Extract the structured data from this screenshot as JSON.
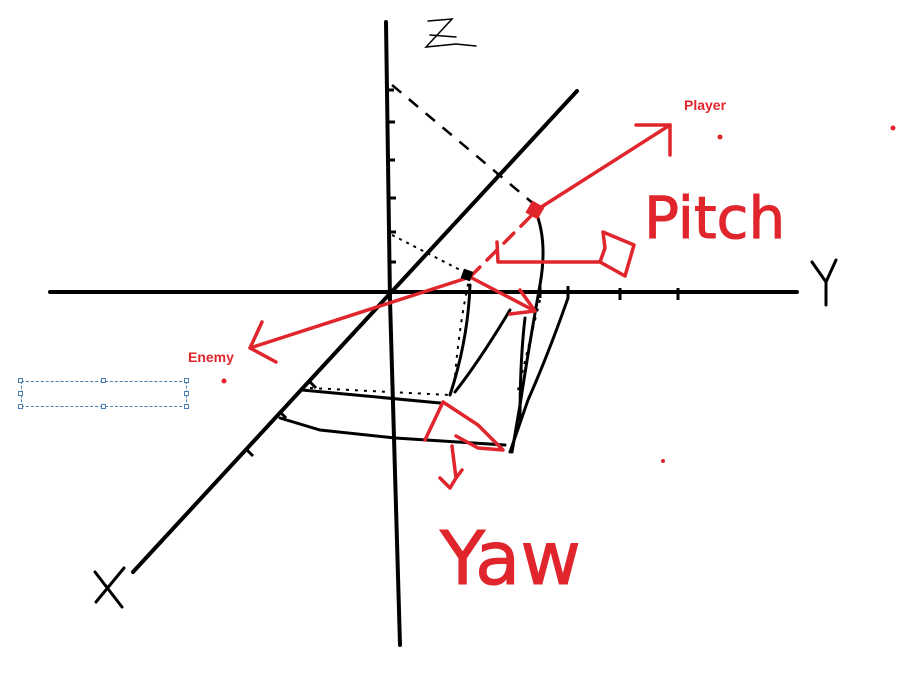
{
  "axes": {
    "x_label": "X",
    "y_label": "Y",
    "z_label": "Z"
  },
  "labels": {
    "player": "Player",
    "enemy": "Enemy",
    "pitch": "Pitch",
    "yaw": "Yaw"
  },
  "colors": {
    "ink": "#000000",
    "accent": "#e0262c",
    "selection": "#4a7fb0"
  }
}
